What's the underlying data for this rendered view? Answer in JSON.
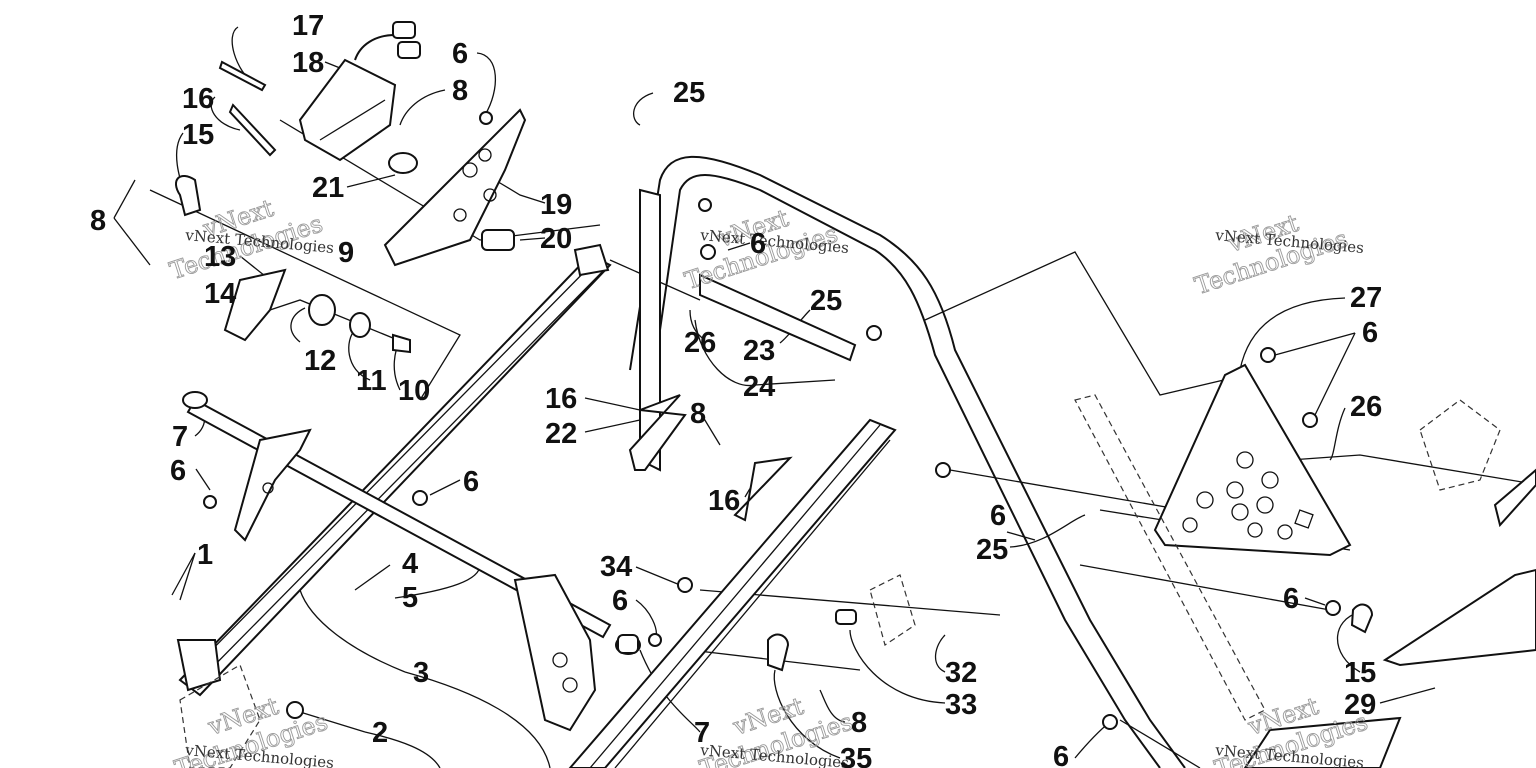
{
  "diagram": {
    "callouts": [
      {
        "id": "c17",
        "text": "17"
      },
      {
        "id": "c18",
        "text": "18"
      },
      {
        "id": "c16a",
        "text": "16"
      },
      {
        "id": "c15a",
        "text": "15"
      },
      {
        "id": "c8a",
        "text": "8"
      },
      {
        "id": "c21",
        "text": "21"
      },
      {
        "id": "c6a",
        "text": "6"
      },
      {
        "id": "c8b",
        "text": "8"
      },
      {
        "id": "c19",
        "text": "19"
      },
      {
        "id": "c20",
        "text": "20"
      },
      {
        "id": "c13",
        "text": "13"
      },
      {
        "id": "c9",
        "text": "9"
      },
      {
        "id": "c14",
        "text": "14"
      },
      {
        "id": "c12",
        "text": "12"
      },
      {
        "id": "c11",
        "text": "11"
      },
      {
        "id": "c10",
        "text": "10"
      },
      {
        "id": "c25a",
        "text": "25"
      },
      {
        "id": "c6b",
        "text": "6"
      },
      {
        "id": "c25b",
        "text": "25"
      },
      {
        "id": "c26a",
        "text": "26"
      },
      {
        "id": "c23",
        "text": "23"
      },
      {
        "id": "c24",
        "text": "24"
      },
      {
        "id": "c16b",
        "text": "16"
      },
      {
        "id": "c22",
        "text": "22"
      },
      {
        "id": "c8c",
        "text": "8"
      },
      {
        "id": "c16c",
        "text": "16"
      },
      {
        "id": "c7a",
        "text": "7"
      },
      {
        "id": "c6c",
        "text": "6"
      },
      {
        "id": "c6d",
        "text": "6"
      },
      {
        "id": "c1",
        "text": "1"
      },
      {
        "id": "c4",
        "text": "4"
      },
      {
        "id": "c5",
        "text": "5"
      },
      {
        "id": "c3",
        "text": "3"
      },
      {
        "id": "c2",
        "text": "2"
      },
      {
        "id": "c34",
        "text": "34"
      },
      {
        "id": "c6e",
        "text": "6"
      },
      {
        "id": "c7b",
        "text": "7"
      },
      {
        "id": "c8d",
        "text": "8"
      },
      {
        "id": "c35",
        "text": "35"
      },
      {
        "id": "c32",
        "text": "32"
      },
      {
        "id": "c33",
        "text": "33"
      },
      {
        "id": "c27",
        "text": "27"
      },
      {
        "id": "c6f",
        "text": "6"
      },
      {
        "id": "c26b",
        "text": "26"
      },
      {
        "id": "c6g",
        "text": "6"
      },
      {
        "id": "c25c",
        "text": "25"
      },
      {
        "id": "c6h",
        "text": "6"
      },
      {
        "id": "c15b",
        "text": "15"
      },
      {
        "id": "c29",
        "text": "29"
      },
      {
        "id": "c6i",
        "text": "6"
      }
    ],
    "watermarks": [
      {
        "id": "w1",
        "line1": "vNext",
        "line2": "Technologies",
        "small": "vNext Technologies"
      },
      {
        "id": "w2",
        "line1": "vNext",
        "line2": "Technologies",
        "small": "vNext Technologies"
      },
      {
        "id": "w3",
        "line1": "vNext",
        "line2": "Technologies",
        "small": "vNext Technologies"
      },
      {
        "id": "w4",
        "line1": "vNext",
        "line2": "Technologies",
        "small": "vNext Technologies"
      },
      {
        "id": "w5",
        "line1": "vNext",
        "line2": "Technologies",
        "small": "vNext Technologies"
      },
      {
        "id": "w6",
        "line1": "vNext",
        "line2": "Technologies",
        "small": "vNext Technologies"
      }
    ]
  }
}
